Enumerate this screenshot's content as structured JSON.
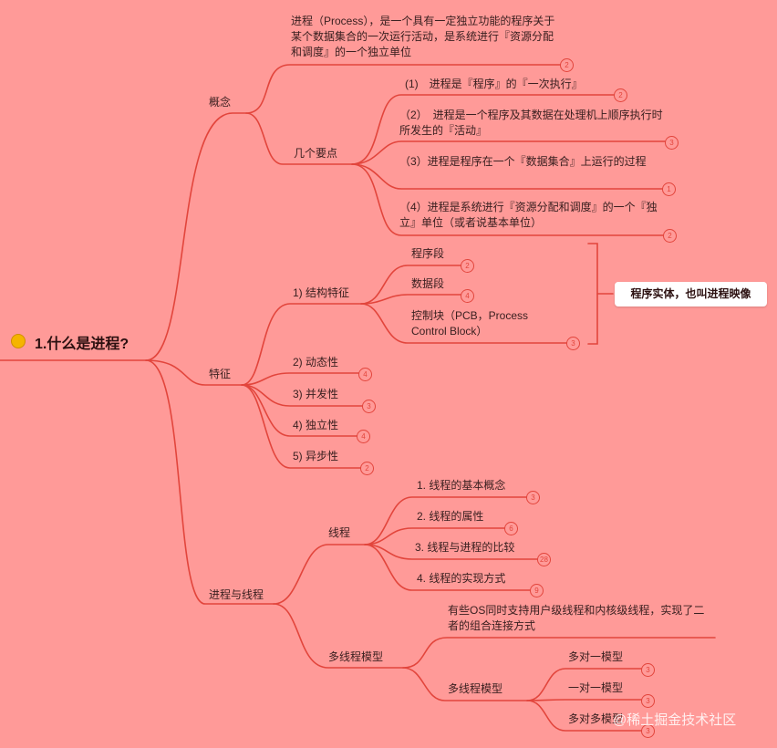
{
  "root": {
    "label": "1.什么是进程?"
  },
  "concept": {
    "label": "概念",
    "definition": "进程（Process），是一个具有一定独立功能的程序关于某个数据集合的一次运行活动，是系统进行『资源分配和调度』的一个独立单位",
    "definition_badge": "2",
    "key_points": {
      "label": "几个要点",
      "items": [
        {
          "text": "(1)　进程是『程序』的『一次执行』",
          "badge": "2"
        },
        {
          "text": "（2）　进程是一个程序及其数据在处理机上顺序执行时所发生的『活动』",
          "badge": "3"
        },
        {
          "text": "（3）进程是程序在一个『数据集合』上运行的过程",
          "badge": "1"
        },
        {
          "text": "（4）进程是系统进行『资源分配和调度』的一个『独立』单位（或者说基本单位）",
          "badge": "2"
        }
      ]
    }
  },
  "features": {
    "label": "特征",
    "structure": {
      "label": "1) 结构特征",
      "items": [
        {
          "text": "程序段",
          "badge": "2"
        },
        {
          "text": "数据段",
          "badge": "4"
        },
        {
          "text": "控制块（PCB，Process Control Block）",
          "badge": "3"
        }
      ],
      "callout": "程序实体，也叫进程映像"
    },
    "others": [
      {
        "text": "2) 动态性",
        "badge": "4"
      },
      {
        "text": "3) 并发性",
        "badge": "3"
      },
      {
        "text": "4) 独立性",
        "badge": "4"
      },
      {
        "text": "5) 异步性",
        "badge": "2"
      }
    ]
  },
  "process_thread": {
    "label": "进程与线程",
    "thread": {
      "label": "线程",
      "items": [
        {
          "text": "1. 线程的基本概念",
          "badge": "3"
        },
        {
          "text": "2. 线程的属性",
          "badge": "6"
        },
        {
          "text": "3. 线程与进程的比较",
          "badge": "28"
        },
        {
          "text": "4. 线程的实现方式",
          "badge": "9"
        }
      ]
    },
    "multithread": {
      "label": "多线程模型",
      "note": "有些OS同时支持用户级线程和内核级线程，实现了二者的组合连接方式",
      "sub": {
        "label": "多线程模型",
        "items": [
          {
            "text": "多对一模型",
            "badge": "3"
          },
          {
            "text": "一对一模型",
            "badge": "3"
          },
          {
            "text": "多对多模型",
            "badge": "3"
          }
        ]
      }
    }
  },
  "watermark": "@稀土掘金技术社区",
  "colors": {
    "background": "#ff9a98",
    "line": "#e2453c",
    "root_dot": "#f5b400"
  }
}
